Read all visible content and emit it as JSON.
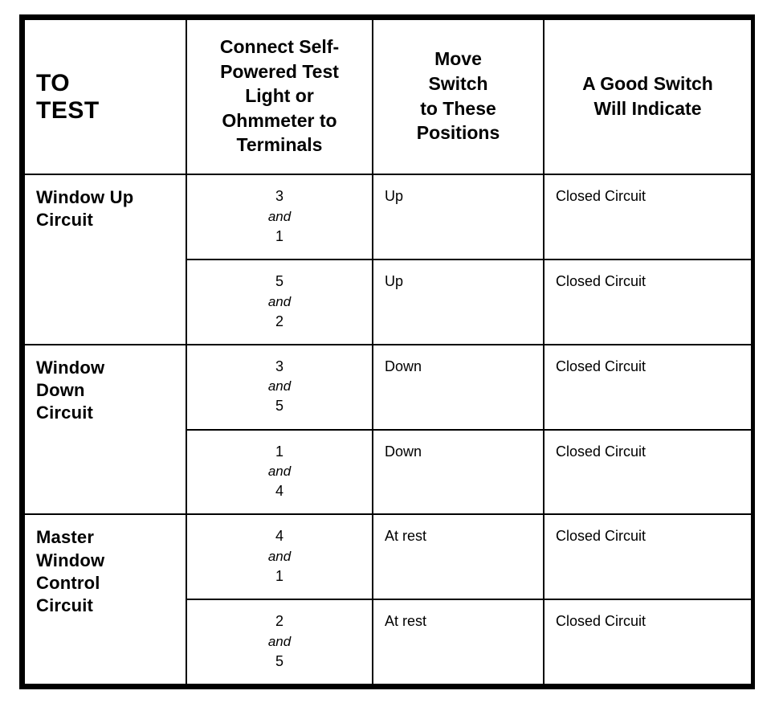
{
  "table": {
    "headers": {
      "col1": "TO\nTEST",
      "col1_line1": "TO",
      "col1_line2": "TEST",
      "col2": "Connect Self-Powered Test Light or Ohmmeter to Terminals",
      "col2_line1": "Connect Self-",
      "col2_line2": "Powered Test",
      "col2_line3": "Light or",
      "col2_line4": "Ohmmeter to",
      "col2_line5": "Terminals",
      "col3": "Move Switch to These Positions",
      "col3_line1": "Move",
      "col3_line2": "Switch",
      "col3_line3": "to These",
      "col3_line4": "Positions",
      "col4": "A Good Switch Will Indicate",
      "col4_line1": "A Good Switch",
      "col4_line2": "Will Indicate"
    },
    "groups": [
      {
        "label_line1": "Window Up",
        "label_line2": "Circuit",
        "rows": [
          {
            "terminal_a": "3",
            "conjunction": "and",
            "terminal_b": "1",
            "switch_position": "Up",
            "indication": "Closed Circuit"
          },
          {
            "terminal_a": "5",
            "conjunction": "and",
            "terminal_b": "2",
            "switch_position": "Up",
            "indication": "Closed Circuit"
          }
        ]
      },
      {
        "label_line1": "Window",
        "label_line2": "Down",
        "label_line3": "Circuit",
        "rows": [
          {
            "terminal_a": "3",
            "conjunction": "and",
            "terminal_b": "5",
            "switch_position": "Down",
            "indication": "Closed Circuit"
          },
          {
            "terminal_a": "1",
            "conjunction": "and",
            "terminal_b": "4",
            "switch_position": "Down",
            "indication": "Closed Circuit"
          }
        ]
      },
      {
        "label_line1": "Master",
        "label_line2": "Window",
        "label_line3": "Control",
        "label_line4": "Circuit",
        "rows": [
          {
            "terminal_a": "4",
            "conjunction": "and",
            "terminal_b": "1",
            "switch_position": "At rest",
            "indication": "Closed Circuit"
          },
          {
            "terminal_a": "2",
            "conjunction": "and",
            "terminal_b": "5",
            "switch_position": "At rest",
            "indication": "Closed Circuit"
          }
        ]
      }
    ]
  }
}
